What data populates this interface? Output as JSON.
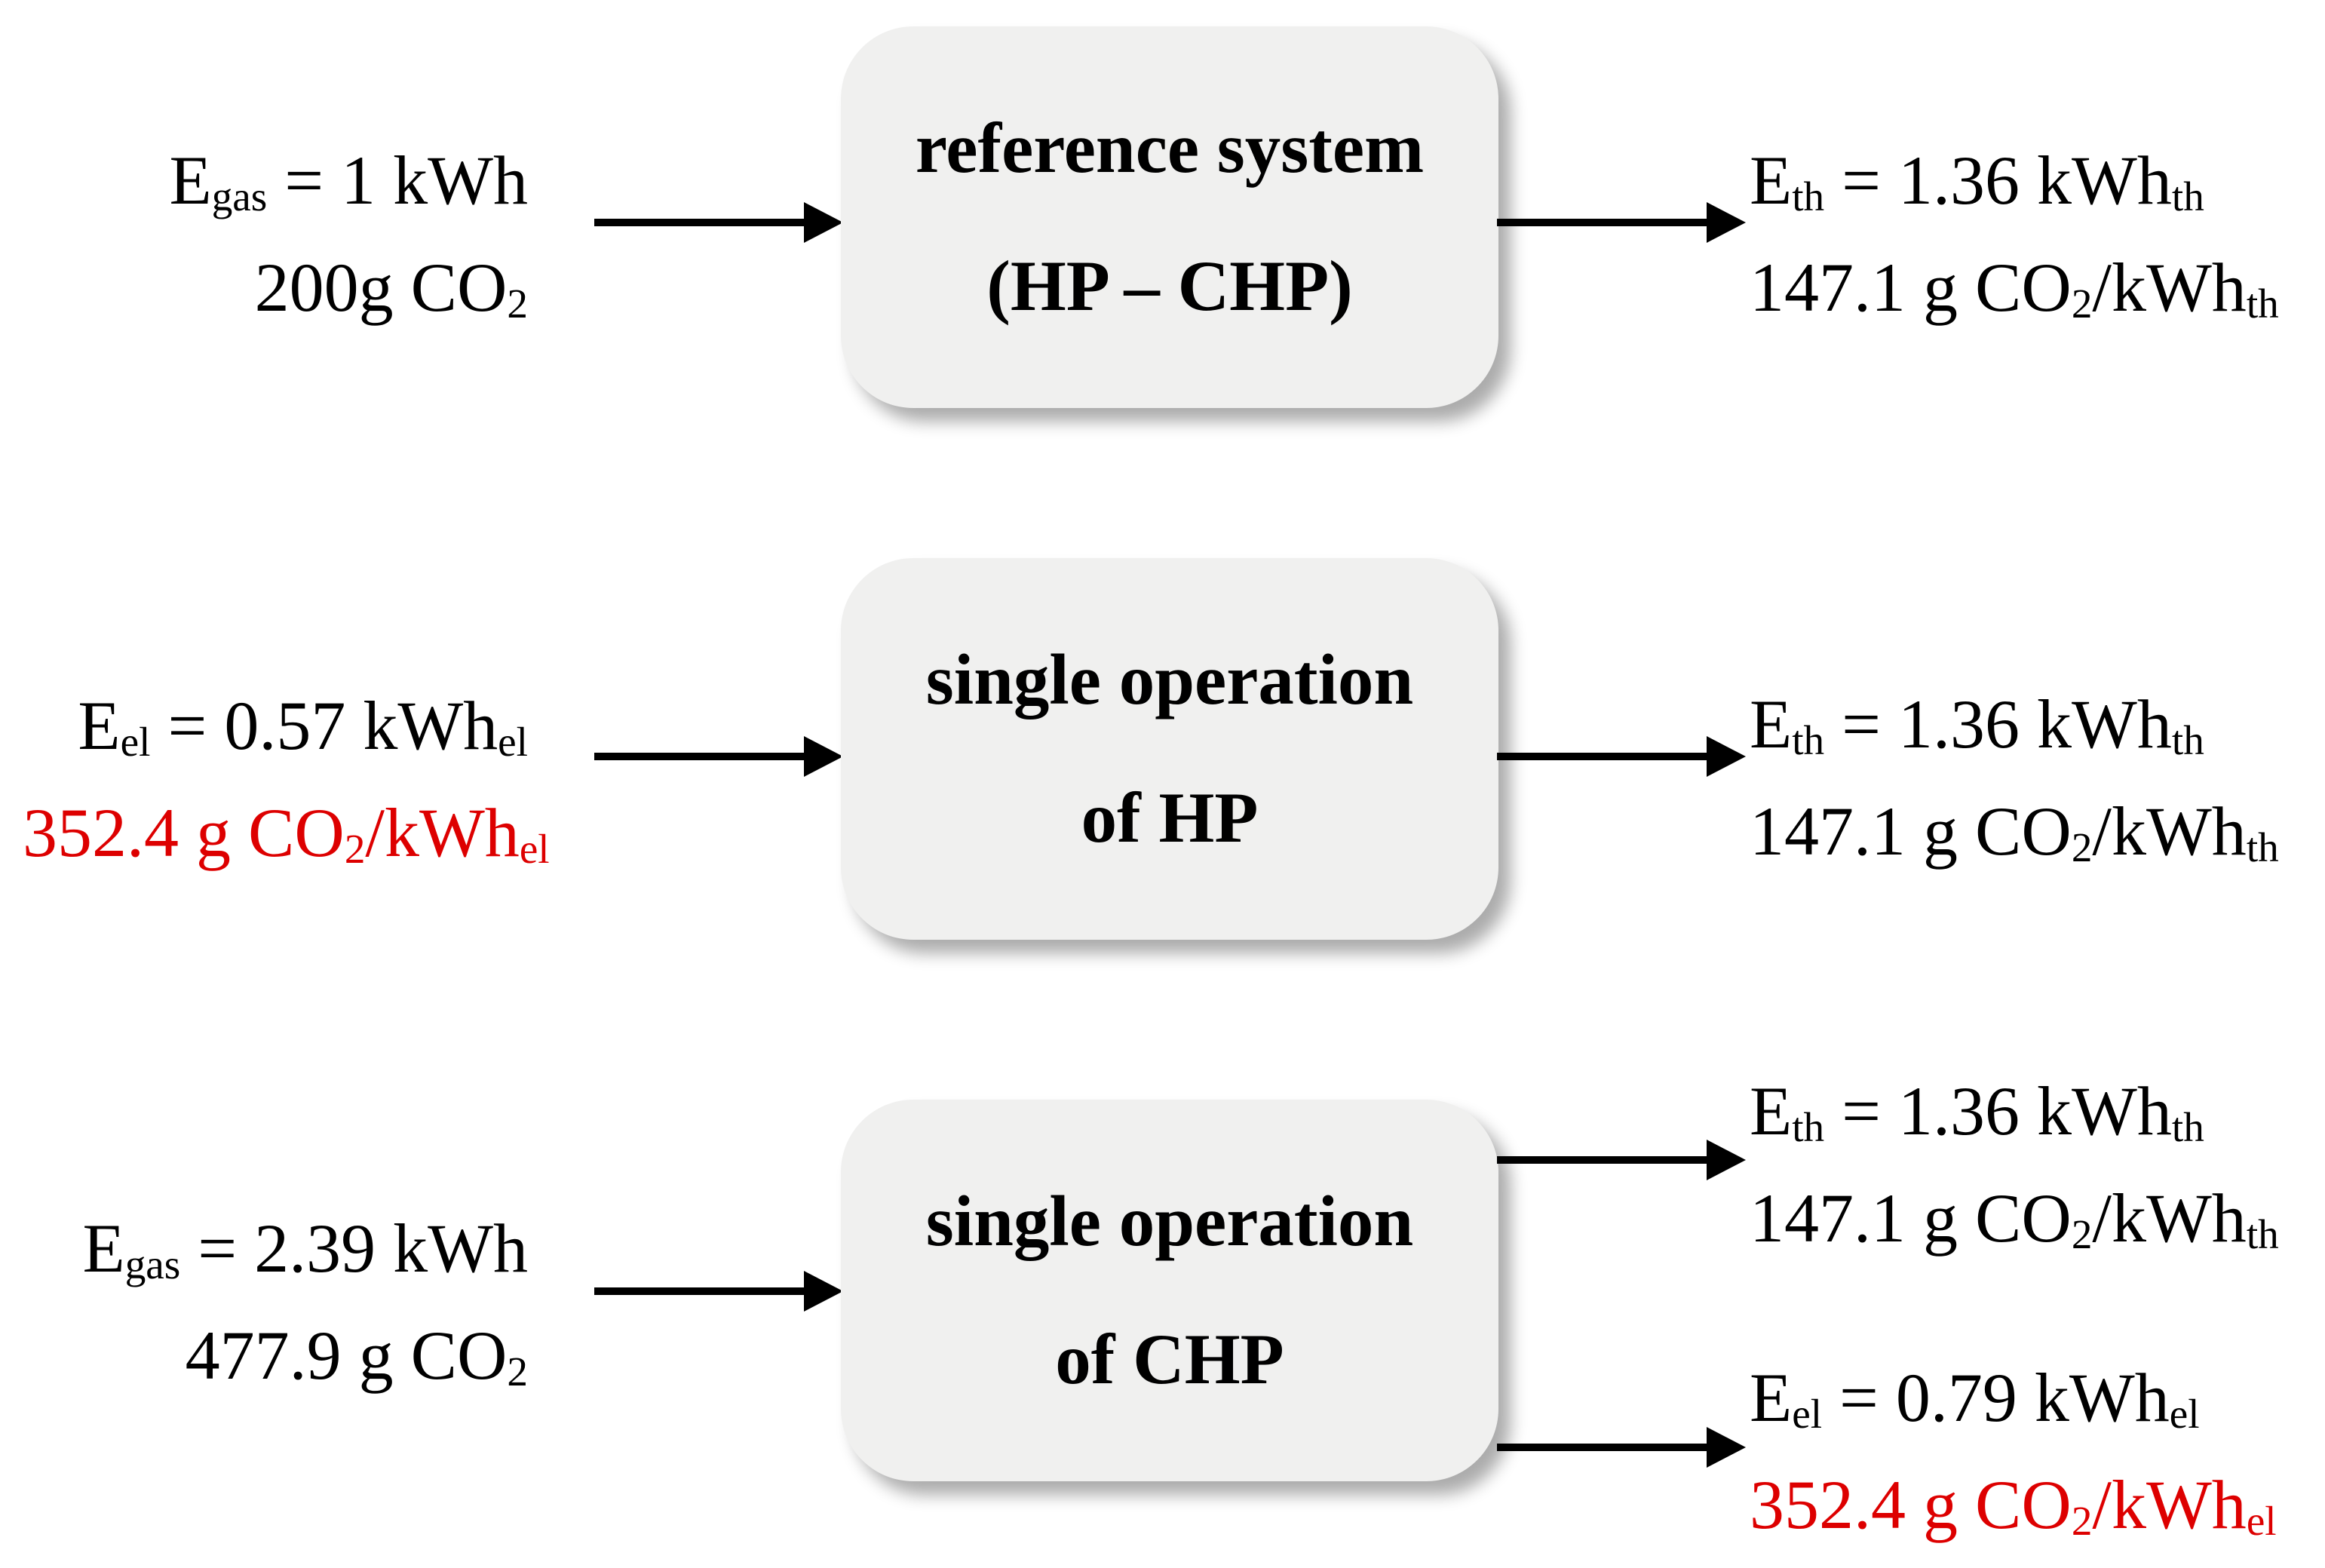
{
  "colors": {
    "accent_red": "#dd0000",
    "text_black": "#000000",
    "box_fill": "#f0f0ef",
    "arrow_black": "#000000",
    "background": "#ffffff"
  },
  "rows": [
    {
      "id": "reference-system",
      "box": {
        "line1": "reference system",
        "line2": "(HP – CHP)"
      },
      "input": {
        "lines": [
          {
            "color": "#000000",
            "segments": [
              {
                "t": "E"
              },
              {
                "t": "gas",
                "sub": true
              },
              {
                "t": " = 1 kWh"
              }
            ]
          },
          {
            "color": "#000000",
            "segments": [
              {
                "t": "200g CO"
              },
              {
                "t": "2",
                "sub": true
              }
            ]
          }
        ]
      },
      "outputs": [
        {
          "lines": [
            {
              "color": "#000000",
              "segments": [
                {
                  "t": "E"
                },
                {
                  "t": "th",
                  "sub": true
                },
                {
                  "t": " = 1.36 kWh"
                },
                {
                  "t": "th",
                  "sub": true
                }
              ]
            },
            {
              "color": "#000000",
              "segments": [
                {
                  "t": "147.1 g CO"
                },
                {
                  "t": "2",
                  "sub": true
                },
                {
                  "t": "/kWh"
                },
                {
                  "t": "th",
                  "sub": true
                }
              ]
            }
          ]
        }
      ]
    },
    {
      "id": "single-operation-hp",
      "box": {
        "line1": "single operation",
        "line2": "of HP"
      },
      "input": {
        "lines": [
          {
            "color": "#000000",
            "segments": [
              {
                "t": "E"
              },
              {
                "t": "el",
                "sub": true
              },
              {
                "t": " = 0.57 kWh"
              },
              {
                "t": "el",
                "sub": true
              }
            ]
          },
          {
            "color": "#dd0000",
            "segments": [
              {
                "t": "352.4 g CO"
              },
              {
                "t": "2",
                "sub": true
              },
              {
                "t": "/kWh"
              },
              {
                "t": "el",
                "sub": true
              }
            ]
          }
        ]
      },
      "outputs": [
        {
          "lines": [
            {
              "color": "#000000",
              "segments": [
                {
                  "t": "E"
                },
                {
                  "t": "th",
                  "sub": true
                },
                {
                  "t": " = 1.36 kWh"
                },
                {
                  "t": "th",
                  "sub": true
                }
              ]
            },
            {
              "color": "#000000",
              "segments": [
                {
                  "t": "147.1 g CO"
                },
                {
                  "t": "2",
                  "sub": true
                },
                {
                  "t": "/kWh"
                },
                {
                  "t": "th",
                  "sub": true
                }
              ]
            }
          ]
        }
      ]
    },
    {
      "id": "single-operation-chp",
      "box": {
        "line1": "single operation",
        "line2": "of CHP"
      },
      "input": {
        "lines": [
          {
            "color": "#000000",
            "segments": [
              {
                "t": "E"
              },
              {
                "t": "gas",
                "sub": true
              },
              {
                "t": " = 2.39 kWh"
              }
            ]
          },
          {
            "color": "#000000",
            "segments": [
              {
                "t": "477.9 g CO"
              },
              {
                "t": "2",
                "sub": true
              }
            ]
          }
        ]
      },
      "outputs": [
        {
          "lines": [
            {
              "color": "#000000",
              "segments": [
                {
                  "t": "E"
                },
                {
                  "t": "th",
                  "sub": true
                },
                {
                  "t": " = 1.36 kWh"
                },
                {
                  "t": "th",
                  "sub": true
                }
              ]
            },
            {
              "color": "#000000",
              "segments": [
                {
                  "t": "147.1 g CO"
                },
                {
                  "t": "2",
                  "sub": true
                },
                {
                  "t": "/kWh"
                },
                {
                  "t": "th",
                  "sub": true
                }
              ]
            }
          ]
        },
        {
          "lines": [
            {
              "color": "#000000",
              "segments": [
                {
                  "t": "E"
                },
                {
                  "t": "el",
                  "sub": true
                },
                {
                  "t": " = 0.79 kWh"
                },
                {
                  "t": "el",
                  "sub": true
                }
              ]
            },
            {
              "color": "#dd0000",
              "segments": [
                {
                  "t": "352.4 g CO"
                },
                {
                  "t": "2",
                  "sub": true
                },
                {
                  "t": "/kWh"
                },
                {
                  "t": "el",
                  "sub": true
                }
              ]
            }
          ]
        }
      ]
    }
  ]
}
